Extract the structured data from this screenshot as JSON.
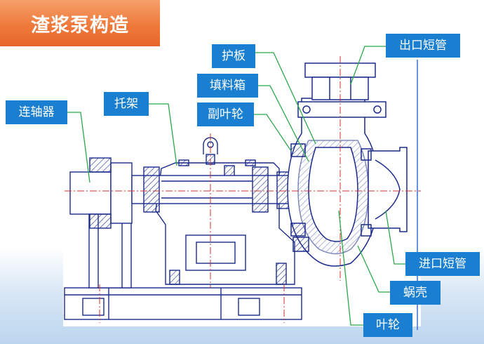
{
  "title": "渣浆泵构造",
  "labels": {
    "coupling": "连轴器",
    "bracket": "托架",
    "protective_plate": "护板",
    "stuffing_box": "填料箱",
    "auxiliary_impeller": "副叶轮",
    "outlet_pipe": "出口短管",
    "inlet_pipe": "进口短管",
    "volute": "蜗壳",
    "impeller": "叶轮"
  },
  "colors": {
    "title_bg": "#ee7a3c",
    "label_bg": "#1a7fd0",
    "leader_line": "#2aa84a",
    "drawing_line": "#1a2a8a",
    "center_line": "#d03030",
    "hatch": "#2a3a9a"
  }
}
